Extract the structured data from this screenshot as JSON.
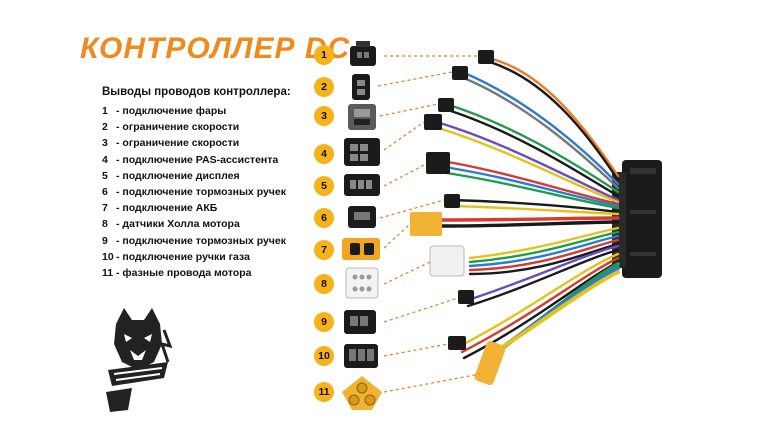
{
  "title": "КОНТРОЛЛЕР DC",
  "subtitle": "Выводы проводов контроллера:",
  "legend": [
    {
      "num": "1",
      "text": "- подключение фары"
    },
    {
      "num": "2",
      "text": "- ограничение скорости"
    },
    {
      "num": "3",
      "text": "- ограничение скорости"
    },
    {
      "num": "4",
      "text": "- подключение PAS-ассистента"
    },
    {
      "num": "5",
      "text": "- подключение дисплея"
    },
    {
      "num": "6",
      "text": "- подключение тормозных ручек"
    },
    {
      "num": "7",
      "text": "- подключение АКБ"
    },
    {
      "num": "8",
      "text": "- датчики Холла мотора"
    },
    {
      "num": "9",
      "text": "- подключение тормозных ручек"
    },
    {
      "num": "10",
      "text": "- подключение ручки газа"
    },
    {
      "num": "11",
      "text": "- фазные провода мотора"
    }
  ],
  "badges": [
    "1",
    "2",
    "3",
    "4",
    "5",
    "6",
    "7",
    "8",
    "9",
    "10",
    "11"
  ],
  "colors": {
    "accent": "#f08a1c",
    "badge": "#f6b21a",
    "controller": "#1b1b1b",
    "dashed_line": "#f07a22"
  },
  "logo_icon": "bear-mascot-icon"
}
